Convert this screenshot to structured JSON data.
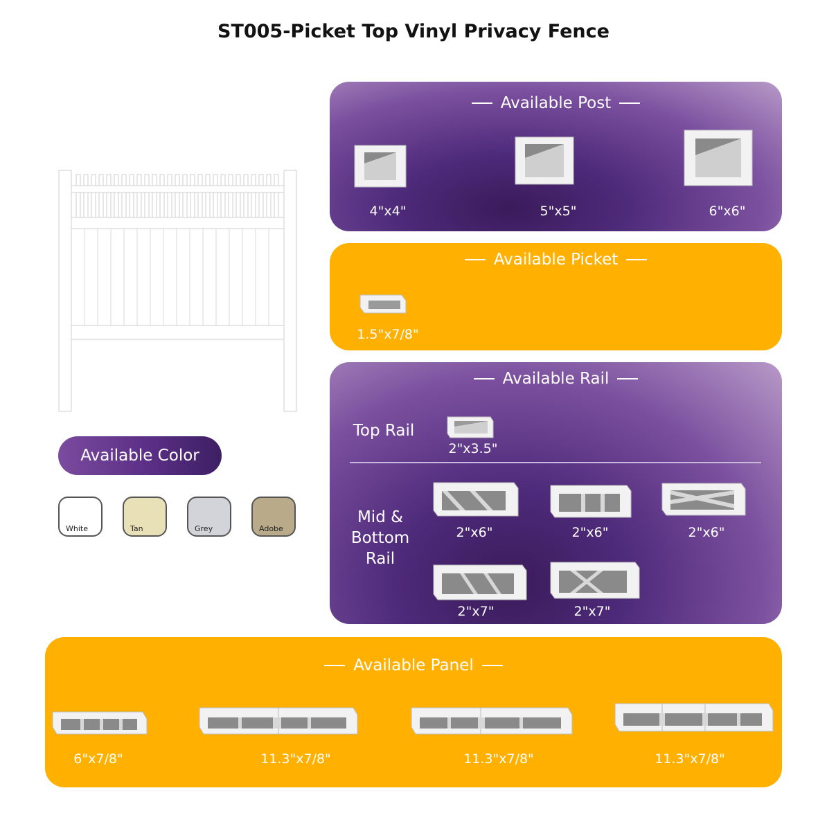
{
  "title": "ST005-Picket Top Vinyl Privacy Fence",
  "colors": {
    "purple_dark": "#3a1b5a",
    "purple_light": "#b89ac8",
    "orange": "#ffb000",
    "white": "#ffffff"
  },
  "available_color": {
    "label": "Available Color",
    "swatches": [
      {
        "name": "White",
        "hex": "#ffffff"
      },
      {
        "name": "Tan",
        "hex": "#e8e1b8"
      },
      {
        "name": "Grey",
        "hex": "#d3d4d9"
      },
      {
        "name": "Adobe",
        "hex": "#b9aa8a"
      }
    ]
  },
  "post": {
    "title": "Available Post",
    "sizes": [
      "4\"x4\"",
      "5\"x5\"",
      "6\"x6\""
    ]
  },
  "picket": {
    "title": "Available Picket",
    "sizes": [
      "1.5\"x7/8\""
    ]
  },
  "rail": {
    "title": "Available Rail",
    "top_label": "Top Rail",
    "top_sizes": [
      "2\"x3.5\""
    ],
    "mid_label_lines": [
      "Mid &",
      "Bottom",
      "Rail"
    ],
    "mid_sizes": [
      "2\"x6\"",
      "2\"x6\"",
      "2\"x6\"",
      "2\"x7\"",
      "2\"x7\""
    ]
  },
  "panel": {
    "title": "Available Panel",
    "sizes": [
      "6\"x7/8\"",
      "11.3\"x7/8\"",
      "11.3\"x7/8\"",
      "11.3\"x7/8\""
    ]
  }
}
